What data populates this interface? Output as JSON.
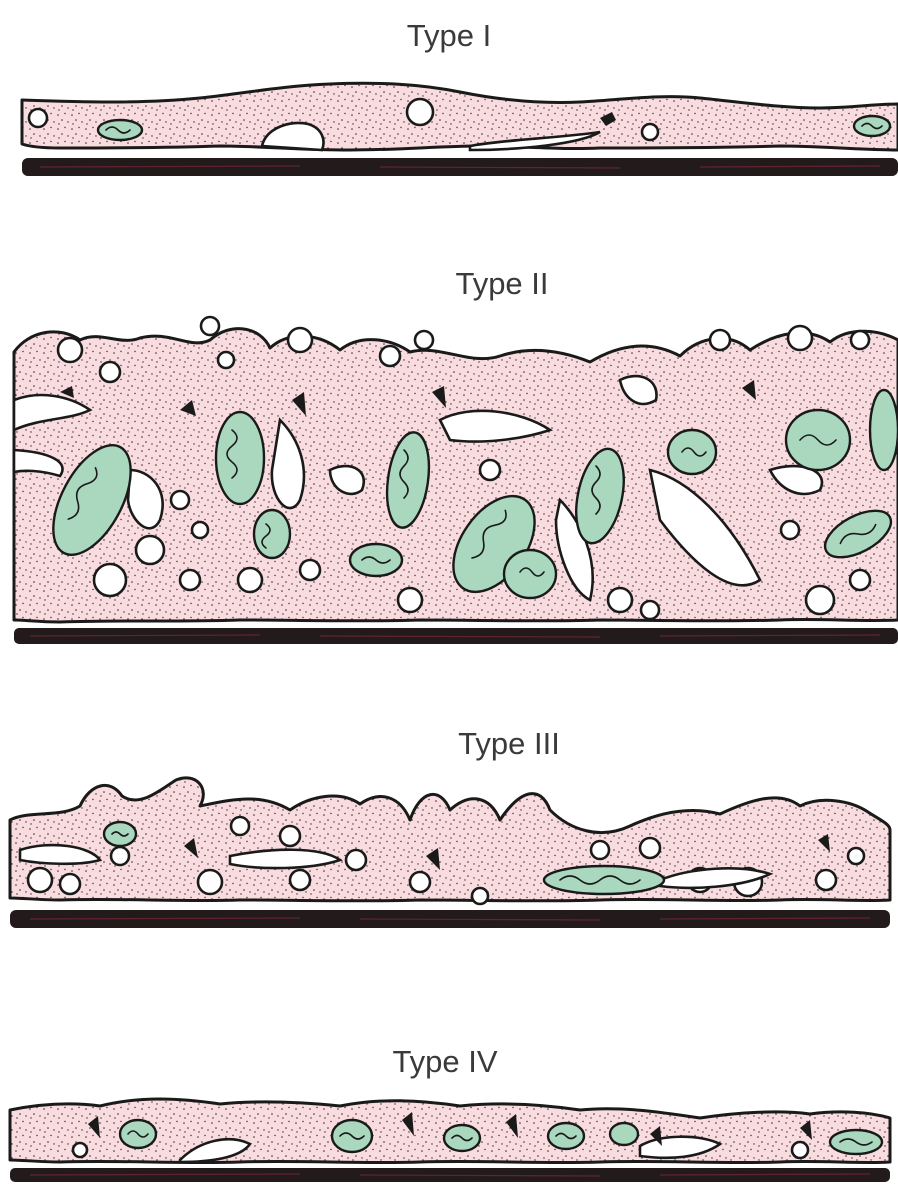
{
  "panels": [
    {
      "title": "Type I"
    },
    {
      "title": "Type II"
    },
    {
      "title": "Type III"
    },
    {
      "title": "Type IV"
    }
  ],
  "colors": {
    "cytoplasm": "#f9dcdf",
    "nucleus": "#a9d8bf",
    "outline": "#1a1a1a",
    "basement_membrane": "#231a1c",
    "background": "#ffffff"
  }
}
